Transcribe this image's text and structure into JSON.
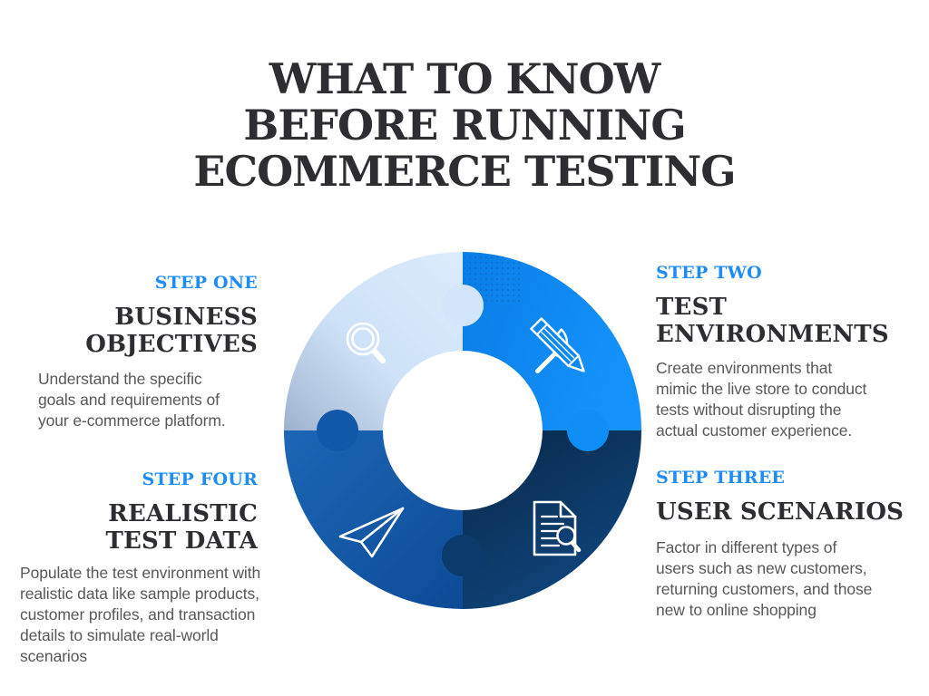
{
  "title": {
    "text": "WHAT TO KNOW\nBEFORE RUNNING\nECOMMERCE TESTING"
  },
  "steps": [
    {
      "label": "STEP ONE",
      "heading": "BUSINESS\nOBJECTIVES",
      "body": "Understand the specific\ngoals and requirements of\nyour e-commerce platform.",
      "icon": "magnifying-glass-icon"
    },
    {
      "label": "STEP TWO",
      "heading": "TEST\nENVIRONMENTS",
      "body": "Create environments that\nmimic the live store to conduct\ntests without disrupting the\nactual customer experience.",
      "icon": "pencil-brush-icon"
    },
    {
      "label": "STEP THREE",
      "heading": "USER SCENARIOS",
      "body": "Factor in different types of\nusers such as new customers,\nreturning customers, and those\nnew to online shopping",
      "icon": "document-search-icon"
    },
    {
      "label": "STEP FOUR",
      "heading": "REALISTIC\nTEST DATA",
      "body": "Populate the test environment with\nrealistic data like sample products,\ncustomer profiles, and transaction\ndetails to simulate real-world\nscenarios",
      "icon": "paper-plane-icon"
    }
  ],
  "diagram": {
    "type": "circular-puzzle-cycle",
    "segments": [
      "step-one-light-blue",
      "step-two-bright-blue",
      "step-three-dark-navy",
      "step-four-medium-blue"
    ]
  },
  "colors": {
    "background": "#ffffff",
    "title_text": "#2e2d31",
    "step_label_accent": "#1e8cf5",
    "body_text": "#58585a",
    "quadrant_light": "#cfe3f8",
    "quadrant_bright": "#0f8af0",
    "quadrant_navy": "#0d4078",
    "quadrant_medium": "#1258a9",
    "icon_stroke": "#ffffff"
  }
}
